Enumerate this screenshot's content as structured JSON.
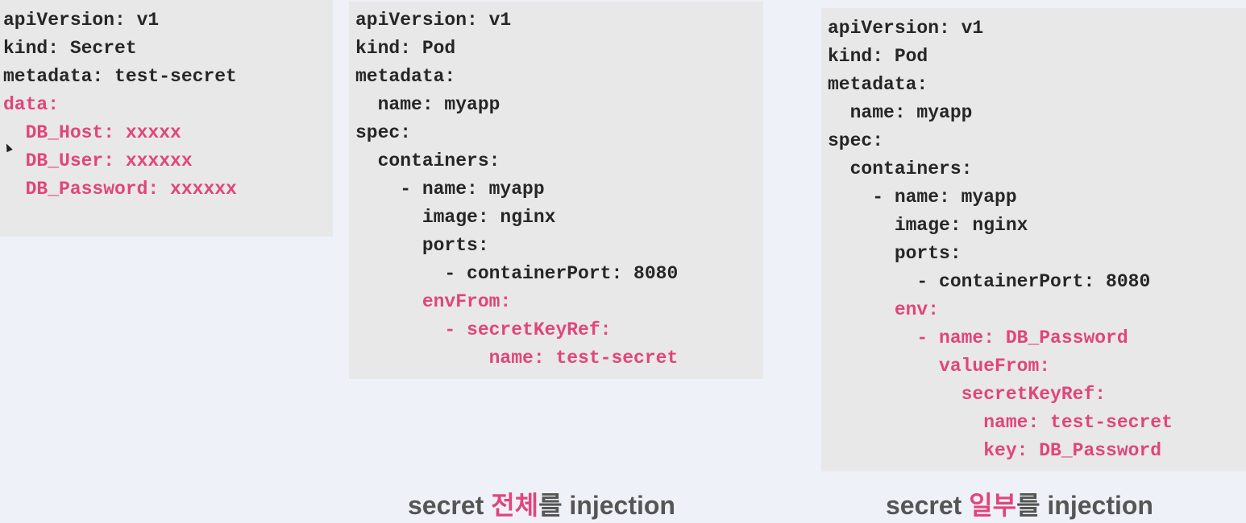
{
  "secret_manifest": {
    "lines": [
      {
        "text": "apiVersion: v1",
        "highlight": false
      },
      {
        "text": "kind: Secret",
        "highlight": false
      },
      {
        "text": "metadata: test-secret",
        "highlight": false
      },
      {
        "text": "data:",
        "highlight": true
      },
      {
        "text": "  DB_Host: xxxxx",
        "highlight": true
      },
      {
        "text": "  DB_User: xxxxxx",
        "highlight": true
      },
      {
        "text": "  DB_Password: xxxxxx",
        "highlight": true
      }
    ]
  },
  "pod_env_from": {
    "lines": [
      {
        "text": "apiVersion: v1",
        "highlight": false
      },
      {
        "text": "kind: Pod",
        "highlight": false
      },
      {
        "text": "metadata:",
        "highlight": false
      },
      {
        "text": "  name: myapp",
        "highlight": false
      },
      {
        "text": "spec:",
        "highlight": false
      },
      {
        "text": "  containers:",
        "highlight": false
      },
      {
        "text": "    - name: myapp",
        "highlight": false
      },
      {
        "text": "      image: nginx",
        "highlight": false
      },
      {
        "text": "      ports:",
        "highlight": false
      },
      {
        "text": "        - containerPort: 8080",
        "highlight": false
      },
      {
        "text": "      envFrom:",
        "highlight": true
      },
      {
        "text": "        - secretKeyRef:",
        "highlight": true
      },
      {
        "text": "            name: test-secret",
        "highlight": true
      }
    ]
  },
  "pod_env": {
    "lines": [
      {
        "text": "apiVersion: v1",
        "highlight": false
      },
      {
        "text": "kind: Pod",
        "highlight": false
      },
      {
        "text": "metadata:",
        "highlight": false
      },
      {
        "text": "  name: myapp",
        "highlight": false
      },
      {
        "text": "spec:",
        "highlight": false
      },
      {
        "text": "  containers:",
        "highlight": false
      },
      {
        "text": "    - name: myapp",
        "highlight": false
      },
      {
        "text": "      image: nginx",
        "highlight": false
      },
      {
        "text": "      ports:",
        "highlight": false
      },
      {
        "text": "        - containerPort: 8080",
        "highlight": false
      },
      {
        "text": "      env:",
        "highlight": true
      },
      {
        "text": "        - name: DB_Password",
        "highlight": true
      },
      {
        "text": "          valueFrom:",
        "highlight": true
      },
      {
        "text": "            secretKeyRef:",
        "highlight": true
      },
      {
        "text": "              name: test-secret",
        "highlight": true
      },
      {
        "text": "              key: DB_Password",
        "highlight": true
      }
    ]
  },
  "captions": {
    "all": {
      "before": "secret ",
      "accent": "전체",
      "after": "를 injection"
    },
    "partial": {
      "before": "secret ",
      "accent": "일부",
      "after": "를 injection"
    }
  },
  "colors": {
    "highlight": "#e0457b",
    "code_text": "#262626",
    "caption_text": "#555555",
    "code_background": "#e8e8e8",
    "page_background": "#eef2f8"
  }
}
